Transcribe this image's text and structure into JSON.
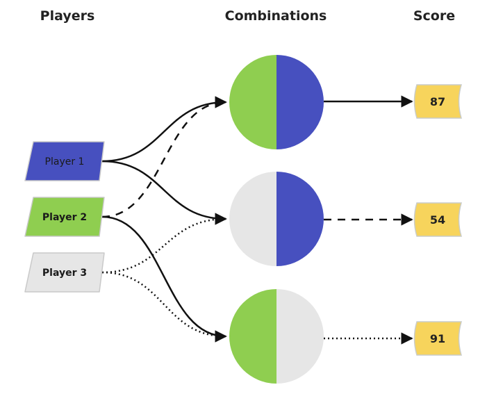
{
  "headers": {
    "players": "Players",
    "combinations": "Combinations",
    "score": "Score"
  },
  "players": [
    {
      "label": "Player 1",
      "color": "#4750bf",
      "text_color": "#1a1a1a"
    },
    {
      "label": "Player 2",
      "color": "#8fce50",
      "text_color": "#1a1a1a"
    },
    {
      "label": "Player 3",
      "color": "#e6e6e6",
      "text_color": "#1a1a1a"
    }
  ],
  "combinations": [
    {
      "left_color": "#8fce50",
      "right_color": "#4750bf"
    },
    {
      "left_color": "#e6e6e6",
      "right_color": "#4750bf"
    },
    {
      "left_color": "#8fce50",
      "right_color": "#e6e6e6"
    }
  ],
  "scores": [
    {
      "value": "87",
      "line_style": "solid"
    },
    {
      "value": "54",
      "line_style": "dashed"
    },
    {
      "value": "91",
      "line_style": "dotted"
    }
  ],
  "links": [
    {
      "from": "Player 1",
      "to": 0,
      "style": "solid"
    },
    {
      "from": "Player 1",
      "to": 1,
      "style": "solid"
    },
    {
      "from": "Player 2",
      "to": 0,
      "style": "dashed"
    },
    {
      "from": "Player 2",
      "to": 2,
      "style": "solid"
    },
    {
      "from": "Player 3",
      "to": 1,
      "style": "dotted"
    },
    {
      "from": "Player 3",
      "to": 2,
      "style": "dotted"
    }
  ],
  "colors": {
    "score_fill": "#f7d45c",
    "score_stroke": "#c9ccc9",
    "line": "#111111"
  }
}
